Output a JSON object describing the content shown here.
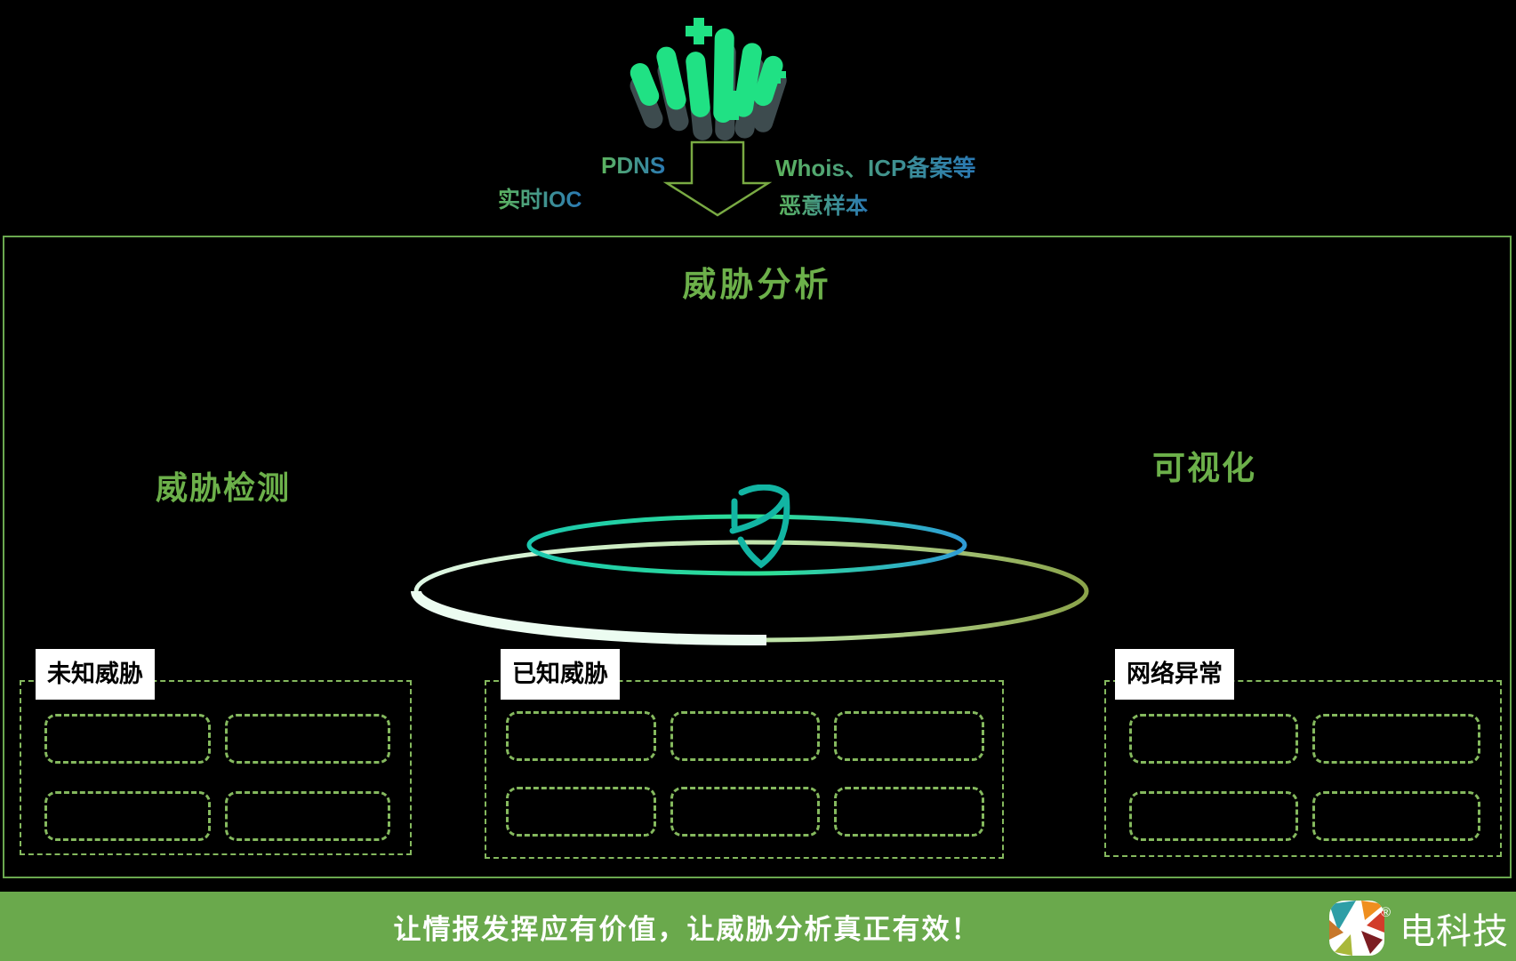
{
  "header": {
    "pdns": "PDNS",
    "realtime_ioc": "实时IOC",
    "whois_icp": "Whois、ICP备案等",
    "malicious_sample": "恶意样本"
  },
  "diagram": {
    "title": "威胁分析",
    "threat_detection": "威胁检测",
    "visualization": "可视化",
    "groups": [
      {
        "id": "unknown-threats",
        "label": "未知威胁",
        "rows": 2,
        "cols": 2
      },
      {
        "id": "known-threats",
        "label": "已知威胁",
        "rows": 2,
        "cols": 3
      },
      {
        "id": "network-anomaly",
        "label": "网络异常",
        "rows": 2,
        "cols": 2
      }
    ]
  },
  "footer": {
    "slogan": "让情报发挥应有价值，让威胁分析真正有效！",
    "brand_name": "电科技",
    "registered_mark": "®"
  },
  "colors": {
    "accent_green": "#6cb04a",
    "panel_border_green": "#6aa84f",
    "dashed_green": "#85b95e",
    "banner_green": "#6aa94c",
    "logo_bar_green": "#20e184",
    "logo_bar_shadow": "#3d4b4e",
    "shield_teal": "#12b5a3",
    "gradient_text_start": "#5db45e",
    "gradient_text_end": "#2a79b4"
  }
}
